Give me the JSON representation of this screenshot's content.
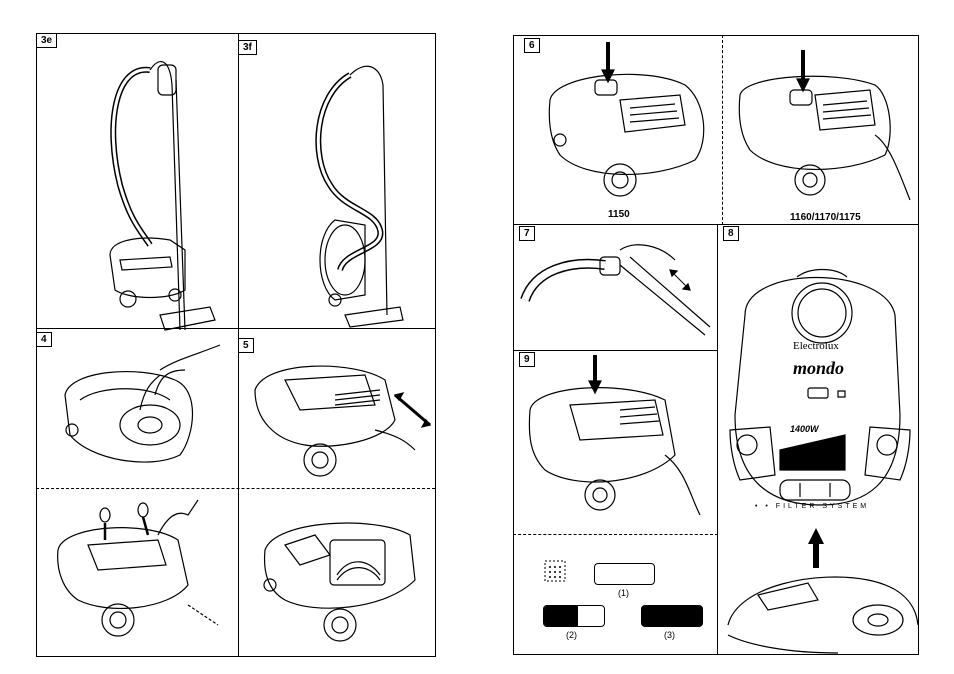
{
  "left_page": {
    "panels": {
      "p3e": "3e",
      "p3f": "3f",
      "p4": "4",
      "p5": "5"
    }
  },
  "right_page": {
    "panels": {
      "p6": "6",
      "p7": "7",
      "p8": "8",
      "p9": "9"
    },
    "captions": {
      "model_1150": "1150",
      "model_1160": "1160/1170/1175"
    },
    "control_panel": {
      "brand": "Electrolux",
      "product": "mondo",
      "power": "1400W",
      "system_label": "• • FILTER SYSTEM"
    },
    "indicators": {
      "ind1": "(1)",
      "ind2": "(2)",
      "ind3": "(3)"
    }
  }
}
